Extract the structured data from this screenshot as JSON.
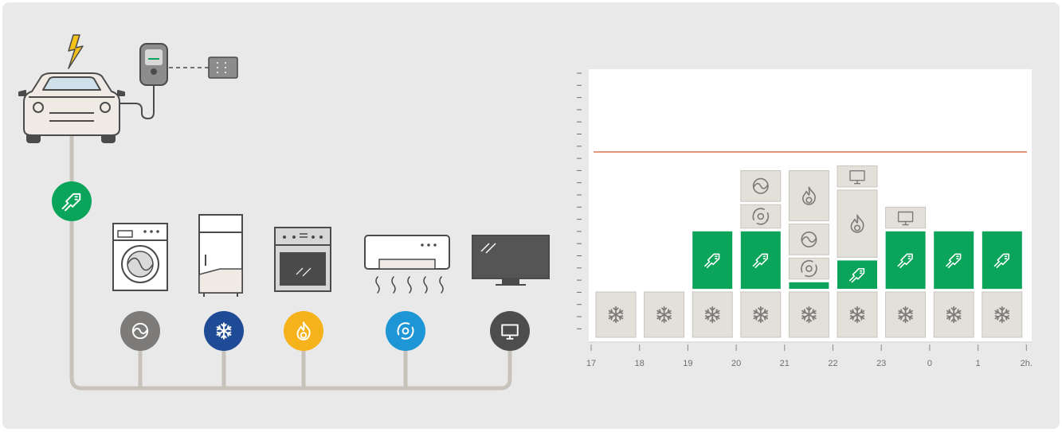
{
  "colors": {
    "background": "#e9e9e9",
    "panel": "#ffffff",
    "green": "#0aa55a",
    "grey_block": "#e3e0da",
    "grey_block_stroke": "#c9c5bd",
    "line": "#c7c3bb",
    "limit_line": "#d4562a",
    "washer": "#7d7b79",
    "fridge": "#1f4a95",
    "oven": "#f6b21a",
    "ac": "#1e95d4",
    "tv": "#4d4d4d",
    "bolt": "#f5c21b"
  },
  "appliances": [
    {
      "name": "washing-machine",
      "icon": "washer-icon",
      "color": "#7d7b79"
    },
    {
      "name": "refrigerator",
      "icon": "snowflake-icon",
      "color": "#1f4a95"
    },
    {
      "name": "oven",
      "icon": "flame-icon",
      "color": "#f6b21a"
    },
    {
      "name": "air-conditioner",
      "icon": "fan-icon",
      "color": "#1e95d4"
    },
    {
      "name": "television",
      "icon": "monitor-icon",
      "color": "#4d4d4d"
    }
  ],
  "chart_data": {
    "type": "bar",
    "x_tick_labels": [
      "17",
      "18",
      "19",
      "20",
      "21",
      "22",
      "23",
      "0",
      "1",
      "2h."
    ],
    "y_limit_fraction": 0.72,
    "columns": [
      {
        "slot": 0,
        "stack": [
          {
            "icon": "snowflake",
            "h": 1
          }
        ]
      },
      {
        "slot": 1,
        "stack": [
          {
            "icon": "snowflake",
            "h": 1
          }
        ]
      },
      {
        "slot": 2,
        "stack": [
          {
            "icon": "snowflake",
            "h": 1
          },
          {
            "icon": "ev",
            "h": 1.25
          }
        ]
      },
      {
        "slot": 3,
        "stack": [
          {
            "icon": "snowflake",
            "h": 1
          },
          {
            "icon": "ev",
            "h": 1.25
          },
          {
            "icon": "fan",
            "h": 0.55
          },
          {
            "icon": "washer",
            "h": 0.7
          }
        ]
      },
      {
        "slot": 4,
        "stack": [
          {
            "icon": "snowflake",
            "h": 1
          },
          {
            "icon": "ev-strip",
            "h": 0.2
          },
          {
            "icon": "fan",
            "h": 0.5
          },
          {
            "icon": "washer",
            "h": 0.7
          },
          {
            "icon": "flame",
            "h": 1.1
          }
        ]
      },
      {
        "slot": 5,
        "stack": [
          {
            "icon": "snowflake",
            "h": 1
          },
          {
            "icon": "ev",
            "h": 0.65
          },
          {
            "icon": "flame",
            "h": 1.45
          },
          {
            "icon": "tv",
            "h": 0.5
          }
        ]
      },
      {
        "slot": 6,
        "stack": [
          {
            "icon": "snowflake",
            "h": 1
          },
          {
            "icon": "ev",
            "h": 1.25
          },
          {
            "icon": "tv",
            "h": 0.5
          }
        ]
      },
      {
        "slot": 7,
        "stack": [
          {
            "icon": "snowflake",
            "h": 1
          },
          {
            "icon": "ev",
            "h": 1.25
          }
        ]
      },
      {
        "slot": 8,
        "stack": [
          {
            "icon": "snowflake",
            "h": 1
          },
          {
            "icon": "ev",
            "h": 1.25
          }
        ]
      }
    ]
  }
}
